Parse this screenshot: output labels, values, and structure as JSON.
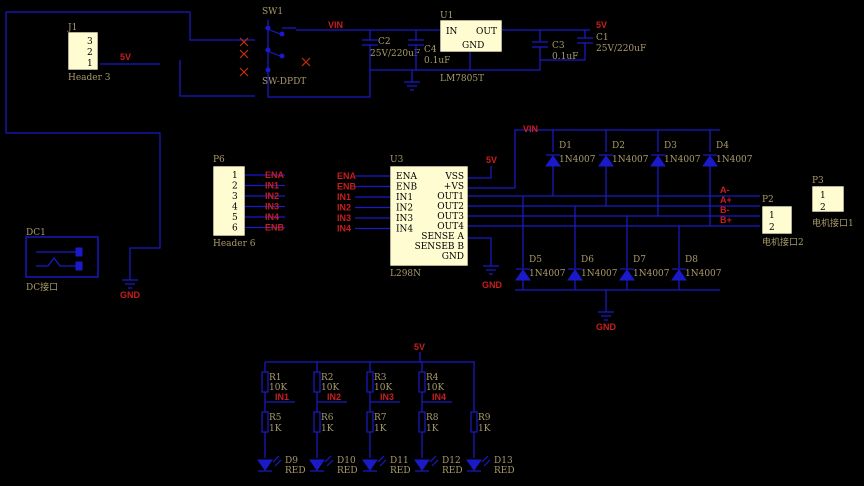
{
  "power": {
    "j1": {
      "ref": "J1",
      "name": "Header 3",
      "pins": [
        "3",
        "2",
        "1"
      ]
    },
    "sw": {
      "ref": "SW1",
      "name": "SW-DPDT"
    },
    "u1": {
      "ref": "U1",
      "in": "IN",
      "out": "OUT",
      "gnd": "GND",
      "name": "LM7805T"
    },
    "c2": {
      "ref": "C2",
      "val": "25V/220uF"
    },
    "c4": {
      "ref": "C4",
      "val": "0.1uF"
    },
    "c3": {
      "ref": "C3",
      "val": "0.1uF"
    },
    "c1": {
      "ref": "C1",
      "val": "25V/220uF"
    },
    "vin": "VIN",
    "v5": "5V",
    "gnd": "GND",
    "dc": {
      "ref": "DC1",
      "name": "DC接口"
    }
  },
  "header6": {
    "ref": "P6",
    "name": "Header 6",
    "pins": [
      "1",
      "2",
      "3",
      "4",
      "5",
      "6"
    ],
    "nets": [
      "ENA",
      "IN1",
      "IN2",
      "IN3",
      "IN4",
      "ENB"
    ]
  },
  "l298": {
    "ref": "U3",
    "name": "L298N",
    "left": [
      "ENA",
      "ENB",
      "IN1",
      "IN2",
      "IN3",
      "IN4"
    ],
    "right": [
      "VSS",
      "+VS",
      "OUT1",
      "OUT2",
      "OUT3",
      "OUT4",
      "SENSE A",
      "SENSEB B",
      "GND"
    ],
    "nets": [
      "ENA",
      "ENB",
      "IN1",
      "IN2",
      "IN3",
      "IN4"
    ]
  },
  "diodes": {
    "top": [
      {
        "ref": "D1",
        "val": "1N4007"
      },
      {
        "ref": "D2",
        "val": "1N4007"
      },
      {
        "ref": "D3",
        "val": "1N4007"
      },
      {
        "ref": "D4",
        "val": "1N4007"
      }
    ],
    "bottom": [
      {
        "ref": "D5",
        "val": "1N4007"
      },
      {
        "ref": "D6",
        "val": "1N4007"
      },
      {
        "ref": "D7",
        "val": "1N4007"
      },
      {
        "ref": "D8",
        "val": "1N4007"
      }
    ],
    "outs": [
      "A-",
      "A+",
      "B-",
      "B+"
    ]
  },
  "motor1": {
    "ref": "P2",
    "name": "电机接口2",
    "pins": [
      "1",
      "2"
    ]
  },
  "motor2": {
    "ref": "P3",
    "name": "电机接口1",
    "pins": [
      "1",
      "2"
    ]
  },
  "leds": {
    "pullups": [
      {
        "ref": "R1",
        "val": "10K"
      },
      {
        "ref": "R2",
        "val": "10K"
      },
      {
        "ref": "R3",
        "val": "10K"
      },
      {
        "ref": "R4",
        "val": "10K"
      }
    ],
    "nets": [
      "IN1",
      "IN2",
      "IN3",
      "IN4"
    ],
    "series": [
      {
        "ref": "R5",
        "val": "1K"
      },
      {
        "ref": "R6",
        "val": "1K"
      },
      {
        "ref": "R7",
        "val": "1K"
      },
      {
        "ref": "R8",
        "val": "1K"
      },
      {
        "ref": "R9",
        "val": "1K"
      }
    ],
    "diodes": [
      {
        "ref": "D9",
        "val": "RED"
      },
      {
        "ref": "D10",
        "val": "RED"
      },
      {
        "ref": "D11",
        "val": "RED"
      },
      {
        "ref": "D12",
        "val": "RED"
      },
      {
        "ref": "D13",
        "val": "RED"
      }
    ]
  }
}
